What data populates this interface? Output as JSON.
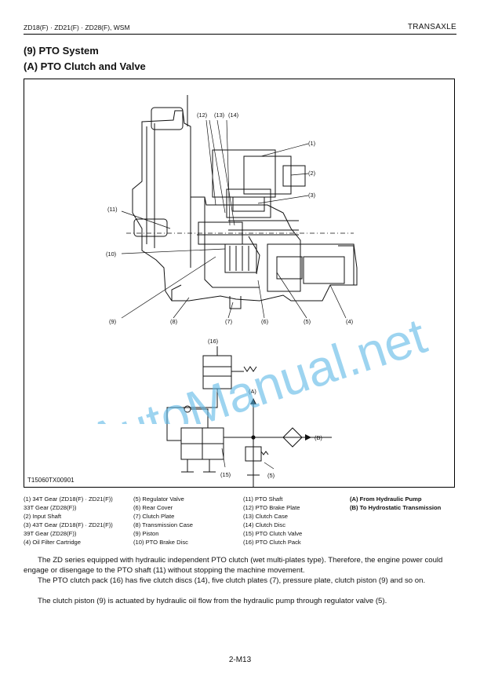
{
  "header": {
    "left": "ZD18(F) · ZD21(F) · ZD28(F), WSM",
    "right": "TRANSAXLE"
  },
  "titles": {
    "section": "(9)   PTO  System",
    "subsection": "(A)   PTO Clutch and Valve"
  },
  "figure": {
    "id": "T15060TX00901",
    "callouts": {
      "c1": "(1)",
      "c2": "(2)",
      "c3": "(3)",
      "c4": "(4)",
      "c5": "(5)",
      "c5b": "(5)",
      "c6": "(6)",
      "c7": "(7)",
      "c8": "(8)",
      "c9": "(9)",
      "c10": "(10)",
      "c11": "(11)",
      "c12": "(12)",
      "c13": "(13)",
      "c14": "(14)",
      "c15": "(15)",
      "c16": "(16)",
      "cA": "(A)",
      "cB": "(B)"
    }
  },
  "legend": {
    "col1": [
      "(1)  34T Gear (ZD18(F) · ZD21(F))",
      "       33T Gear (ZD28(F))",
      "(2)  Input Shaft",
      "(3)  43T Gear (ZD18(F) · ZD21(F))",
      "       39T Gear (ZD28(F))",
      "(4)  Oil Filter Cartridge"
    ],
    "col2": [
      "(5)  Regulator Valve",
      "(6)  Rear Cover",
      "(7)  Clutch Plate",
      "(8)  Transmission Case",
      "(9)  Piston",
      "(10)  PTO Brake Disc"
    ],
    "col3": [
      "(11)  PTO Shaft",
      "(12)  PTO Brake Plate",
      "(13)  Clutch Case",
      "(14)  Clutch Disc",
      "(15)  PTO Clutch Valve",
      "(16)  PTO Clutch Pack"
    ],
    "col4": [
      "(A)  From Hydraulic Pump",
      "(B)  To Hydrostatic Transmission"
    ]
  },
  "paragraphs": [
    "The ZD series equipped with hydraulic independent PTO clutch (wet multi-plates type).  Therefore, the engine power could engage or disengage to the PTO shaft (11) without stopping the machine movement.",
    "The PTO clutch pack (16) has five clutch discs (14), five clutch plates (7), pressure plate, clutch piston (9) and so on.",
    "The clutch piston (9) is actuated by hydraulic oil flow from the hydraulic pump through regulator valve (5)."
  ],
  "page_number": "2-M13",
  "watermark": "AutoManual.net",
  "colors": {
    "watermark": "#5bb8e6"
  }
}
